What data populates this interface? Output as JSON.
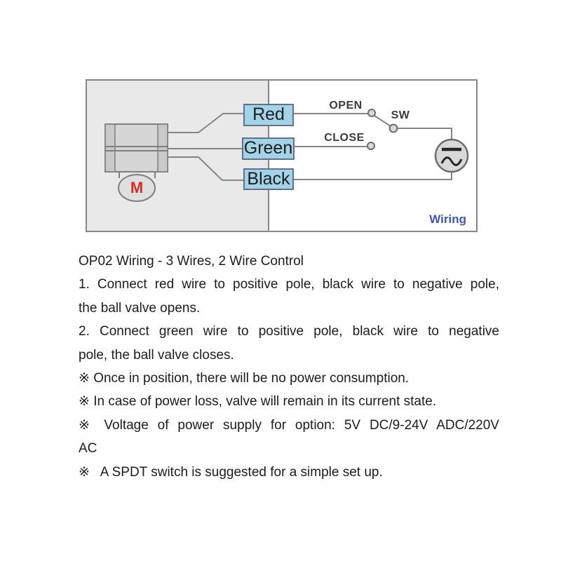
{
  "diagram": {
    "caption": "Wiring",
    "motor_label": "M",
    "wire_boxes": [
      {
        "label": "Red"
      },
      {
        "label": "Green"
      },
      {
        "label": "Black"
      }
    ],
    "switch": {
      "open_label": "OPEN",
      "close_label": "CLOSE",
      "sw_label": "SW"
    },
    "colors": {
      "wire_box_fill": "#a3d3e8",
      "panel_gray": "#e9e9e9",
      "line_gray": "#858585",
      "caption_blue": "#4255b4",
      "motor_red": "#d42a2a"
    }
  },
  "instructions": {
    "title": "OP02 Wiring - 3 Wires, 2 Wire Control",
    "lines": [
      "1. Connect red wire to positive pole, black wire to negative pole,",
      "the ball valve opens.",
      "2. Connect green wire to positive pole, black wire to negative",
      "pole, the ball valve closes.",
      "※ Once in position, there will be no power consumption.",
      "※ In case of power loss, valve will remain in its current state.",
      "※ Voltage of power supply for option: 5V DC/9-24V ADC/220V",
      "AC",
      "※   A SPDT switch is suggested for a simple set up."
    ]
  }
}
